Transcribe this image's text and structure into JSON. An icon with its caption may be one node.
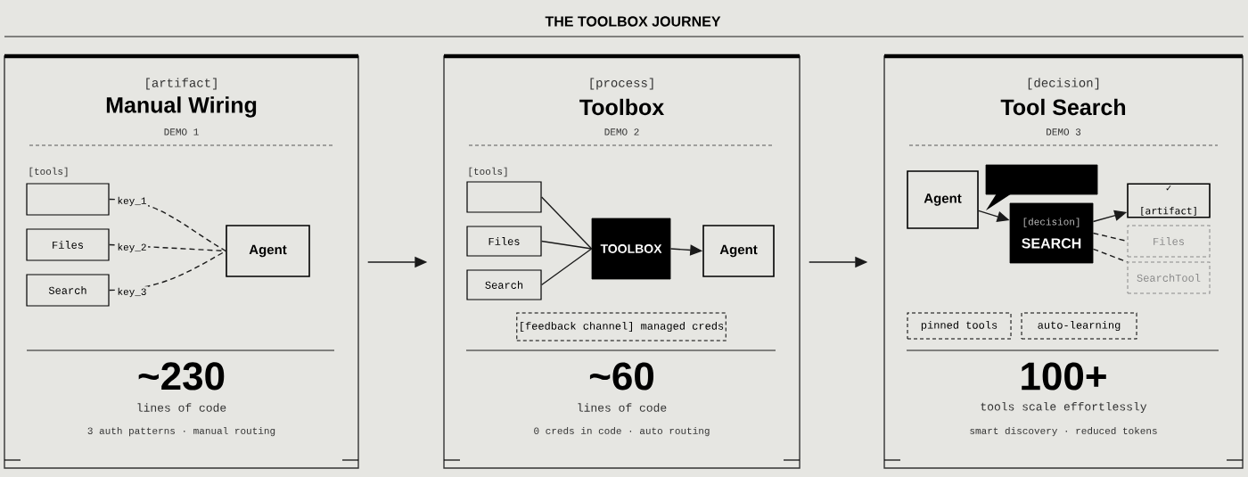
{
  "diagram": {
    "title": "THE TOOLBOX JOURNEY",
    "nodes": [
      {
        "text": [
          "[artifact]",
          "Manual Wiring",
          "DEMO 1",
          "[tools]",
          "~230",
          "lines of code",
          "3 auth patterns · manual routing"
        ]
      },
      {
        "text": [
          "[process]",
          "Toolbox",
          "DEMO 2",
          "[tools]",
          "~60",
          "lines of code",
          "0 creds in code · auto routing"
        ]
      },
      {
        "text": [
          "[decision]",
          "Tool Search",
          "DEMO 3",
          "100+",
          "tools scale effortlessly",
          "smart discovery · reduced tokens"
        ]
      },
      {
        "text": [],
        "shape": "box",
        "in": 0
      },
      {
        "text": [
          "Files"
        ],
        "in": 0
      },
      {
        "text": [
          "Search"
        ],
        "in": 0
      },
      {
        "text": [
          "Agent"
        ],
        "in": 0
      },
      {
        "text": [],
        "shape": "box",
        "in": 1
      },
      {
        "text": [
          "Files"
        ],
        "in": 1
      },
      {
        "text": [
          "Search"
        ],
        "in": 1
      },
      {
        "text": [
          "TOOLBOX"
        ],
        "in": 1
      },
      {
        "text": [
          "Agent"
        ],
        "in": 1
      },
      {
        "text": [
          "[feedback channel] managed creds"
        ],
        "in": 1
      },
      {
        "text": [
          "Agent"
        ],
        "in": 2
      },
      {
        "text": [],
        "shape": "box",
        "in": 2
      },
      {
        "text": [
          "[decision]",
          "SEARCH"
        ],
        "in": 2
      },
      {
        "text": [
          "✓",
          "[artifact]"
        ],
        "in": 2
      },
      {
        "text": [
          "Files"
        ],
        "in": 2
      },
      {
        "text": [
          "SearchTool"
        ],
        "in": 2
      },
      {
        "text": [
          "pinned tools"
        ],
        "in": 2
      },
      {
        "text": [
          "auto-learning"
        ],
        "in": 2
      }
    ],
    "edges": [
      {
        "from": 3,
        "to": 6,
        "arrow": "none",
        "label": "key_1",
        "style": "dashed"
      },
      {
        "from": 4,
        "to": 6,
        "arrow": "none",
        "label": "key_2",
        "style": "dashed"
      },
      {
        "from": 5,
        "to": 6,
        "arrow": "none",
        "label": "key_3",
        "style": "dashed"
      },
      {
        "from": 7,
        "to": 10,
        "arrow": "none"
      },
      {
        "from": 8,
        "to": 10,
        "arrow": "none"
      },
      {
        "from": 9,
        "to": 10,
        "arrow": "none"
      },
      {
        "from": 10,
        "to": 11,
        "arrow": "to"
      },
      {
        "from": 13,
        "to": 15,
        "arrow": "to"
      },
      {
        "from": 15,
        "to": 16,
        "arrow": "to"
      },
      {
        "from": 15,
        "to": 17,
        "arrow": "none",
        "style": "dashed"
      },
      {
        "from": 15,
        "to": 18,
        "arrow": "none",
        "style": "dashed"
      },
      {
        "from": 0,
        "to": 1,
        "arrow": "to"
      },
      {
        "from": 1,
        "to": 2,
        "arrow": "to"
      }
    ]
  }
}
